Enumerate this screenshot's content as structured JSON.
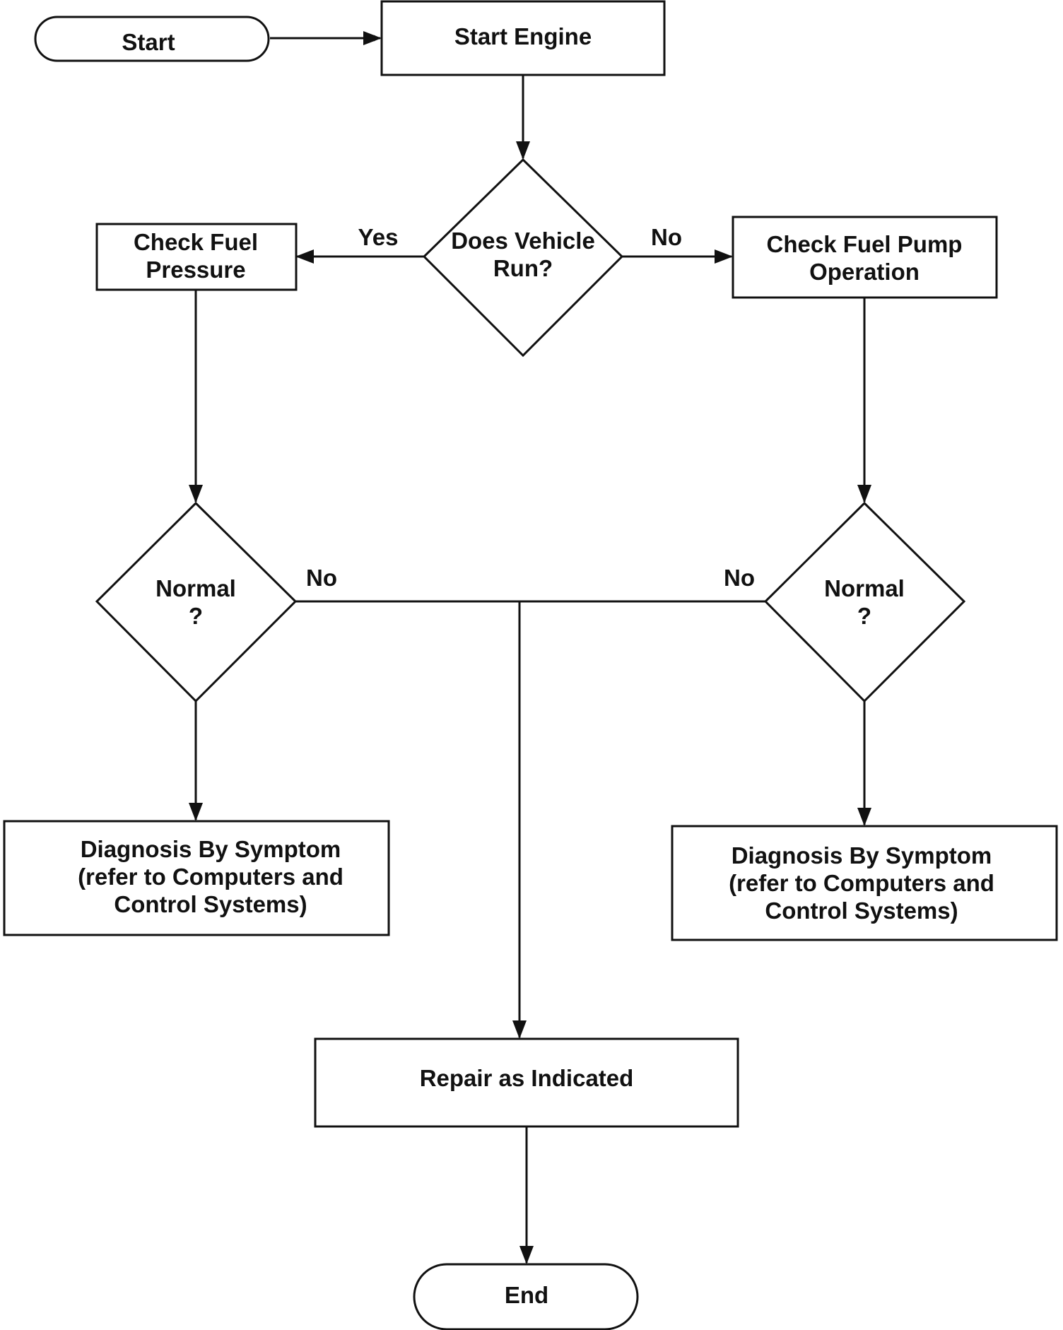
{
  "nodes": {
    "start": {
      "line1": "Start"
    },
    "start_engine": {
      "line1": "Start Engine"
    },
    "vehicle_runs": {
      "line1": "Does Vehicle",
      "line2": "Run?"
    },
    "check_pressure": {
      "line1": "Check Fuel",
      "line2": "Pressure"
    },
    "check_pump": {
      "line1": "Check Fuel Pump",
      "line2": "Operation"
    },
    "normal_left": {
      "line1": "Normal",
      "line2": "?"
    },
    "normal_right": {
      "line1": "Normal",
      "line2": "?"
    },
    "diag_left": {
      "line1": "Diagnosis By Symptom",
      "line2": "(refer to Computers and",
      "line3": "Control Systems)"
    },
    "diag_right": {
      "line1": "Diagnosis By Symptom",
      "line2": "(refer to Computers and",
      "line3": "Control Systems)"
    },
    "repair": {
      "line1": "Repair as Indicated"
    },
    "end": {
      "line1": "End"
    }
  },
  "edges": {
    "runs_yes": "Yes",
    "runs_no": "No",
    "normal_left_no": "No",
    "normal_right_no": "No"
  }
}
